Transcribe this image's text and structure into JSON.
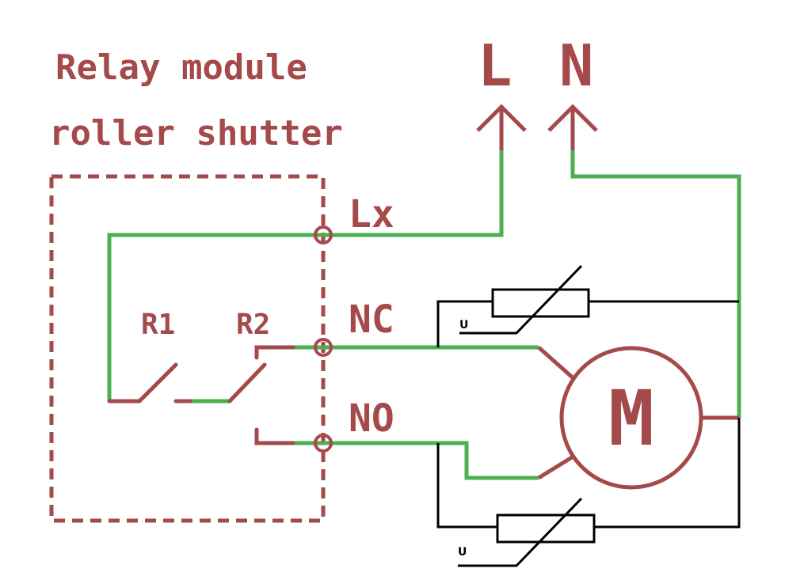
{
  "title": {
    "line1": "Relay module",
    "line2": "roller shutter"
  },
  "supply": {
    "line_label": "L",
    "neutral_label": "N"
  },
  "terminals": {
    "lx": "Lx",
    "nc": "NC",
    "no": "NO"
  },
  "relays": {
    "r1": "R1",
    "r2": "R2"
  },
  "motor": {
    "label": "M"
  },
  "varistors": {
    "top_label": "U",
    "bottom_label": "U"
  },
  "colors": {
    "symbol": "#a54a4a",
    "wire": "#4caf50",
    "black_wire": "#000000",
    "background": "#ffffff"
  }
}
